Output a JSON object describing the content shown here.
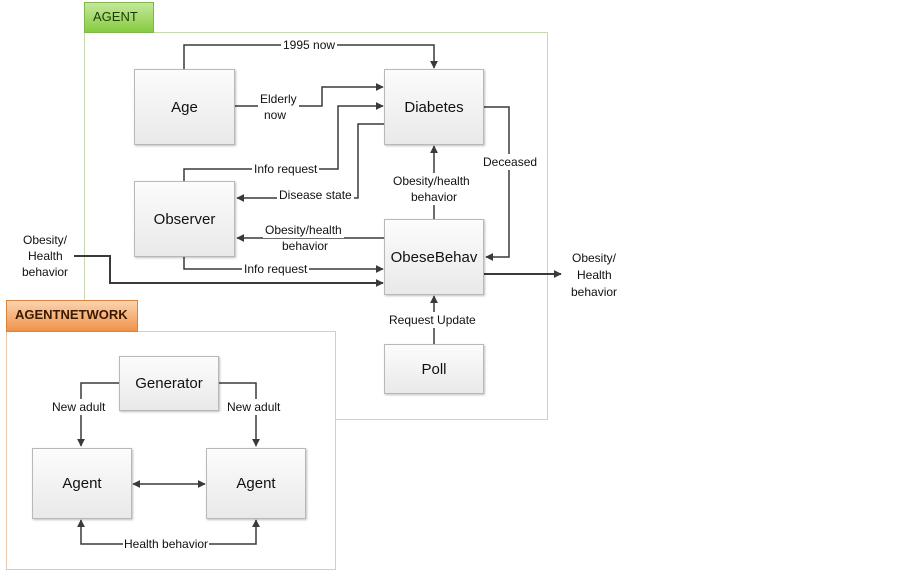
{
  "panels": {
    "agent": {
      "title": "AGENT",
      "color": "#92d050"
    },
    "agent_network": {
      "title": "AGENTNETWORK",
      "color": "#f79646"
    }
  },
  "nodes": {
    "age": "Age",
    "diabetes": "Diabetes",
    "observer": "Observer",
    "obesebehav": "ObeseBehav",
    "poll": "Poll",
    "generator": "Generator",
    "agent_left": "Agent",
    "agent_right": "Agent"
  },
  "edges": [
    {
      "from": "Age",
      "to": "Diabetes",
      "label": "1995 now"
    },
    {
      "from": "Age",
      "to": "Diabetes",
      "label": "Elderly now"
    },
    {
      "from": "Observer",
      "to": "Diabetes",
      "label": "Info request"
    },
    {
      "from": "Diabetes",
      "to": "Observer",
      "label": "Disease state"
    },
    {
      "from": "Diabetes",
      "to": "ObeseBehav",
      "label": "Deceased"
    },
    {
      "from": "ObeseBehav",
      "to": "Diabetes",
      "label": "Obesity/health behavior"
    },
    {
      "from": "ObeseBehav",
      "to": "Observer",
      "label": "Obesity/health behavior"
    },
    {
      "from": "Observer",
      "to": "ObeseBehav",
      "label": "Info request"
    },
    {
      "from": "External",
      "to": "ObeseBehav",
      "label": "Obesity/ Health behavior"
    },
    {
      "from": "ObeseBehav",
      "to": "External",
      "label": "Obesity/ Health behavior"
    },
    {
      "from": "Poll",
      "to": "ObeseBehav",
      "label": "Request Update"
    },
    {
      "from": "Generator",
      "to": "Agent",
      "label": "New adult"
    },
    {
      "from": "Generator",
      "to": "Agent",
      "label": "New adult"
    },
    {
      "from": "Agent",
      "to": "Agent",
      "label": ""
    },
    {
      "from": "Agent",
      "to": "Agent",
      "label": "Health behavior"
    }
  ],
  "labels": {
    "e_1995": "1995 now",
    "e_elderly_1": "Elderly",
    "e_elderly_2": "now",
    "e_info_req_top": "Info request",
    "e_disease_state": "Disease state",
    "e_deceased": "Deceased",
    "e_obh_up_1": "Obesity/health",
    "e_obh_up_2": "behavior",
    "e_obh_left_1": "Obesity/health",
    "e_obh_left_2": "behavior",
    "e_info_req_bottom": "Info request",
    "e_in_1": "Obesity/",
    "e_in_2": "Health",
    "e_in_3": "behavior",
    "e_out_1": "Obesity/",
    "e_out_2": "Health",
    "e_out_3": "behavior",
    "e_request_update": "Request Update",
    "e_new_adult_left": "New adult",
    "e_new_adult_right": "New adult",
    "e_health_behavior": "Health behavior"
  }
}
